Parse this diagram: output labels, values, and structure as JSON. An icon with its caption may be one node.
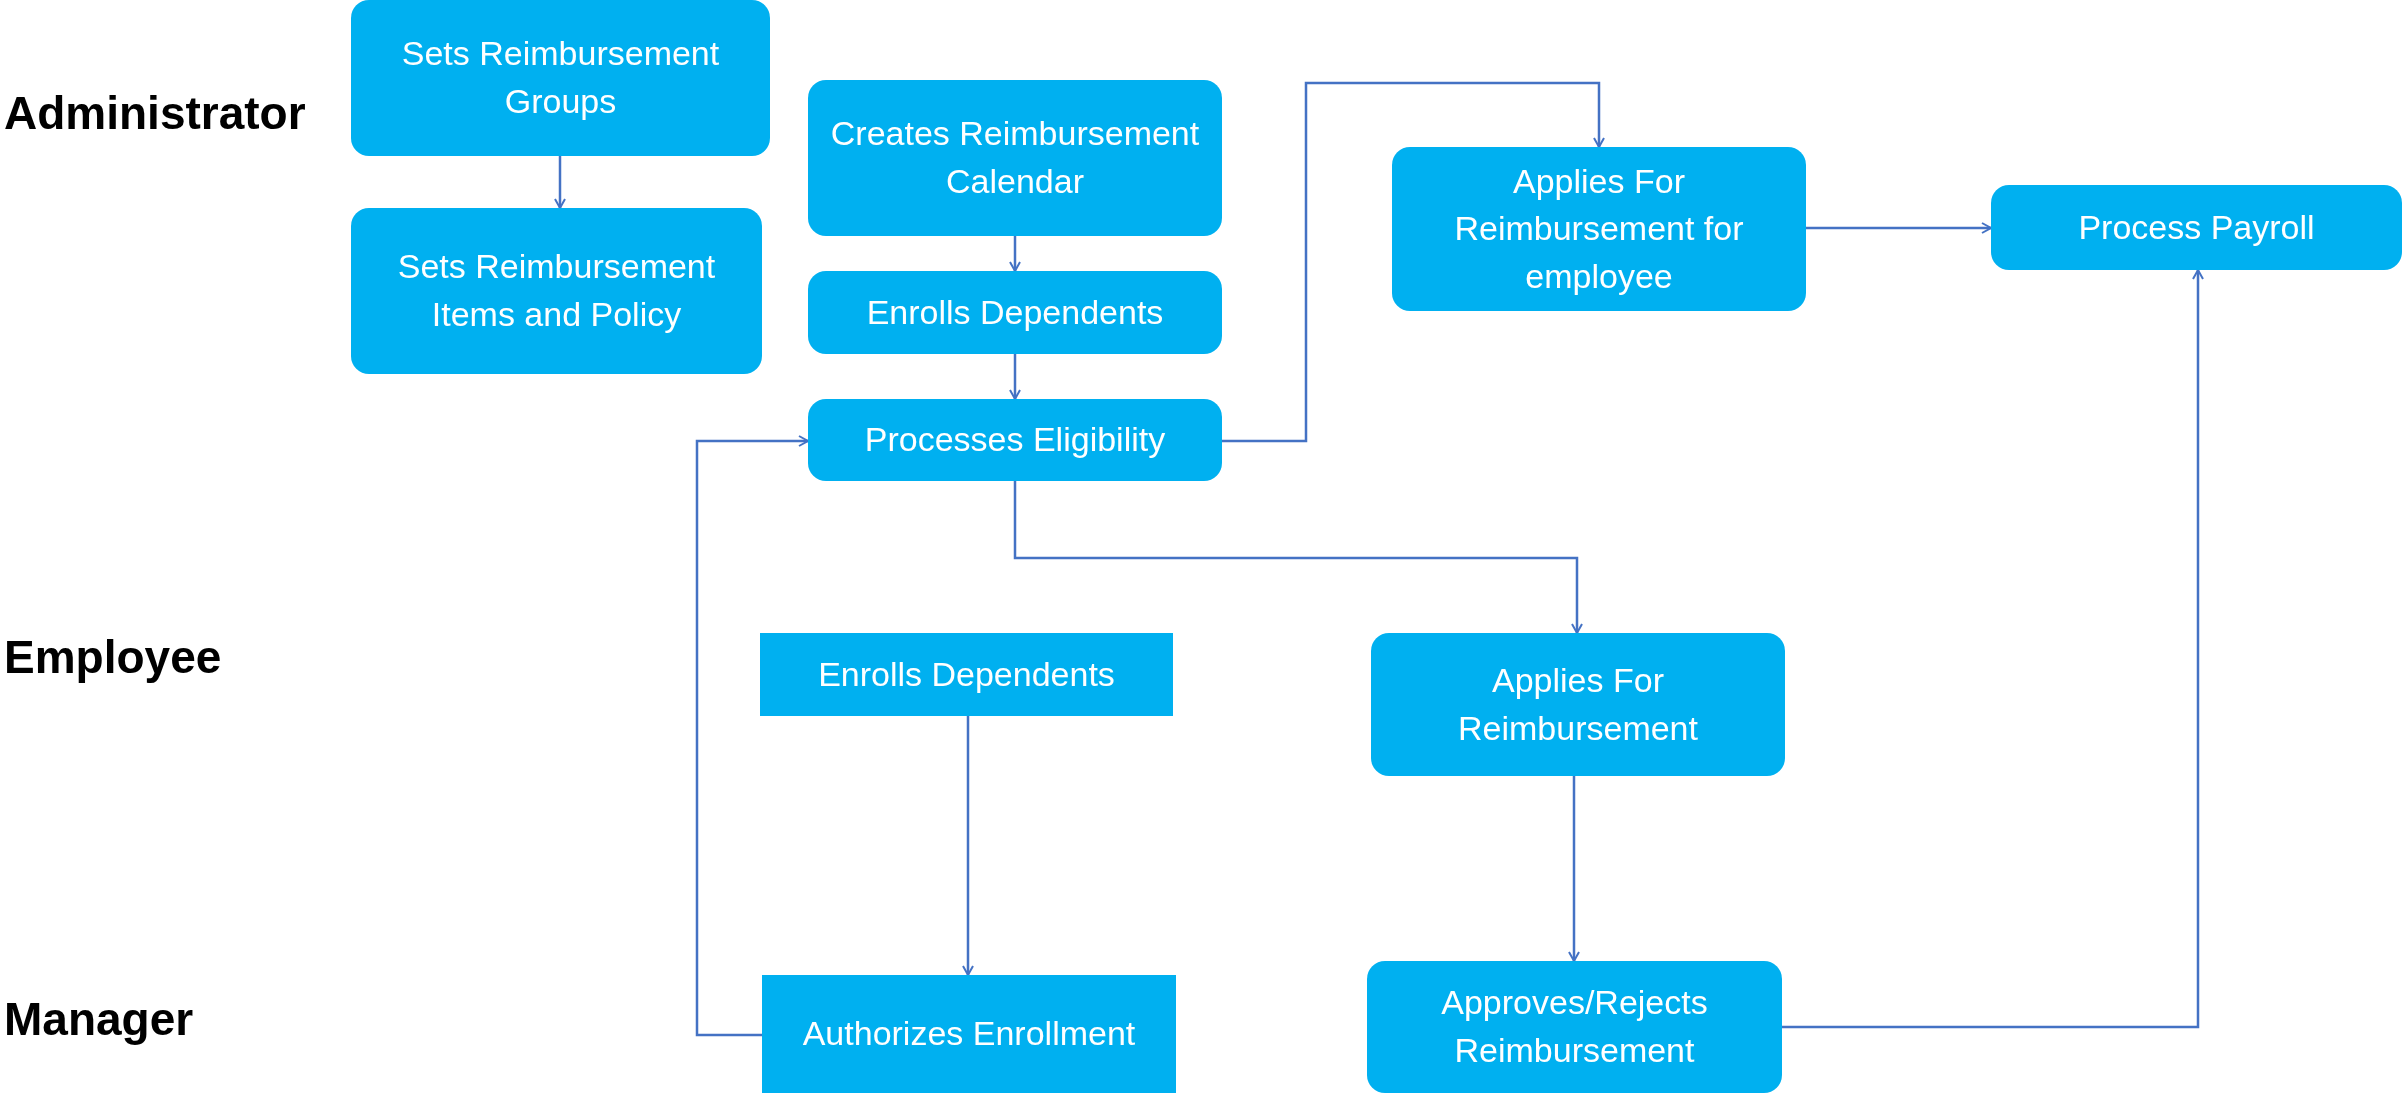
{
  "diagram": {
    "nodes": [
      {
        "text": [
          "Sets Reimbursement Groups"
        ]
      },
      {
        "text": [
          "Sets Reimbursement Items and Policy"
        ]
      },
      {
        "text": [
          "Creates Reimbursement Calendar"
        ]
      },
      {
        "text": [
          "Enrolls Dependents"
        ]
      },
      {
        "text": [
          "Processes Eligibility"
        ]
      },
      {
        "text": [
          "Applies For Reimbursement for employee"
        ]
      },
      {
        "text": [
          "Process Payroll"
        ]
      },
      {
        "text": [
          "Enrolls Dependents"
        ]
      },
      {
        "text": [
          "Applies For Reimbursement"
        ]
      },
      {
        "text": [
          "Authorizes Enrollment"
        ]
      },
      {
        "text": [
          "Approves/Rejects Reimbursement"
        ]
      }
    ],
    "edges": [
      {
        "from": 0,
        "to": 1,
        "arrow": "to"
      },
      {
        "from": 2,
        "to": 3,
        "arrow": "to"
      },
      {
        "from": 3,
        "to": 4,
        "arrow": "to"
      },
      {
        "from": 4,
        "to": 5,
        "arrow": "to"
      },
      {
        "from": 4,
        "to": 8,
        "arrow": "to"
      },
      {
        "from": 5,
        "to": 6,
        "arrow": "to"
      },
      {
        "from": 7,
        "to": 9,
        "arrow": "to"
      },
      {
        "from": 8,
        "to": 10,
        "arrow": "to"
      },
      {
        "from": 9,
        "to": 4,
        "arrow": "to"
      },
      {
        "from": 10,
        "to": 6,
        "arrow": "to"
      }
    ],
    "labels": [
      "Administrator",
      "Employee",
      "Manager"
    ]
  }
}
